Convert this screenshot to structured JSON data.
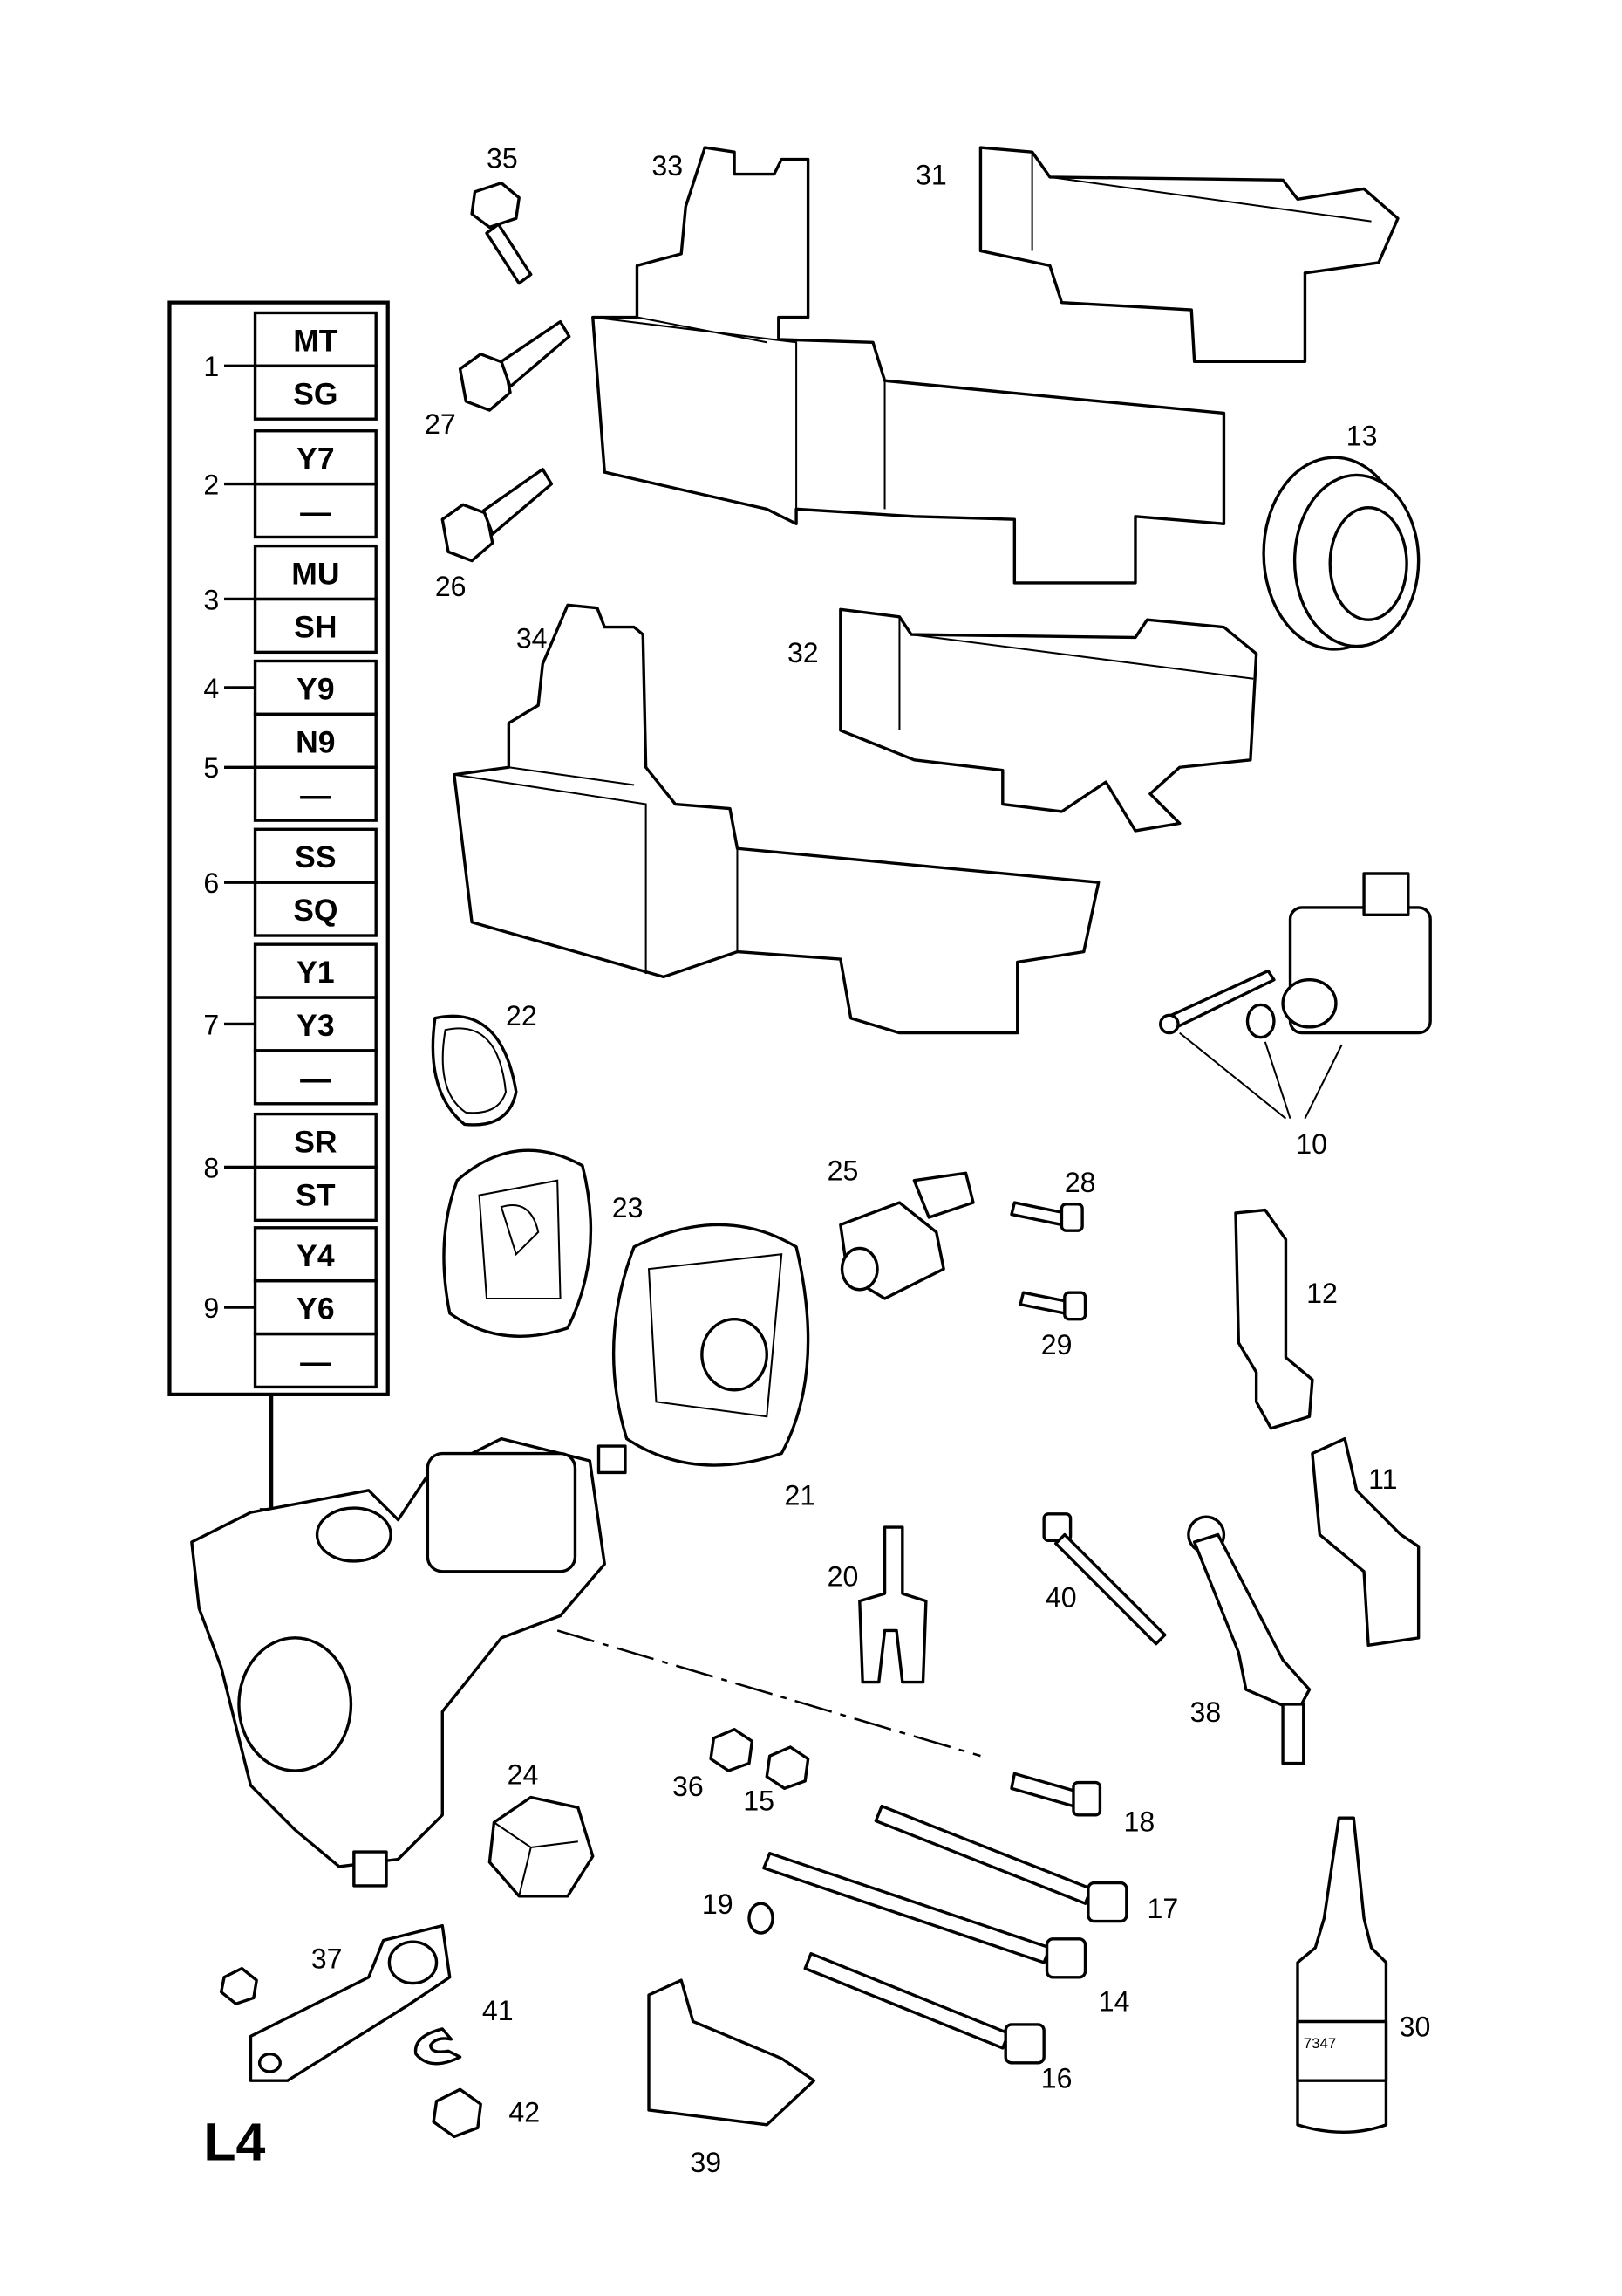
{
  "diagram_code": "L4",
  "legend": [
    {
      "number": "1",
      "codes": [
        "MT",
        "SG"
      ]
    },
    {
      "number": "2",
      "codes": [
        "Y7",
        "—"
      ]
    },
    {
      "number": "3",
      "codes": [
        "MU",
        "SH"
      ]
    },
    {
      "number": "4",
      "codes": [
        "Y9",
        "N9",
        "—"
      ],
      "second_number": "5"
    },
    {
      "number": "6",
      "codes": [
        "SS",
        "SQ"
      ]
    },
    {
      "number": "7",
      "codes": [
        "Y1",
        "Y3",
        "—"
      ]
    },
    {
      "number": "8",
      "codes": [
        "SR",
        "ST"
      ]
    },
    {
      "number": "9",
      "codes": [
        "Y4",
        "Y6",
        "—"
      ]
    }
  ],
  "callouts": {
    "c35": "35",
    "c33": "33",
    "c31": "31",
    "c27": "27",
    "c13": "13",
    "c26": "26",
    "c34": "34",
    "c32": "32",
    "c22": "22",
    "c10": "10",
    "c25": "25",
    "c28": "28",
    "c23": "23",
    "c12": "12",
    "c29": "29",
    "c11": "11",
    "c21": "21",
    "c20": "20",
    "c40": "40",
    "c38": "38",
    "c24": "24",
    "c36": "36",
    "c15": "15",
    "c18": "18",
    "c17": "17",
    "c19": "19",
    "c37": "37",
    "c41": "41",
    "c14": "14",
    "c30": "30",
    "c16": "16",
    "c42": "42",
    "c39": "39"
  },
  "bottle_label": "7347"
}
